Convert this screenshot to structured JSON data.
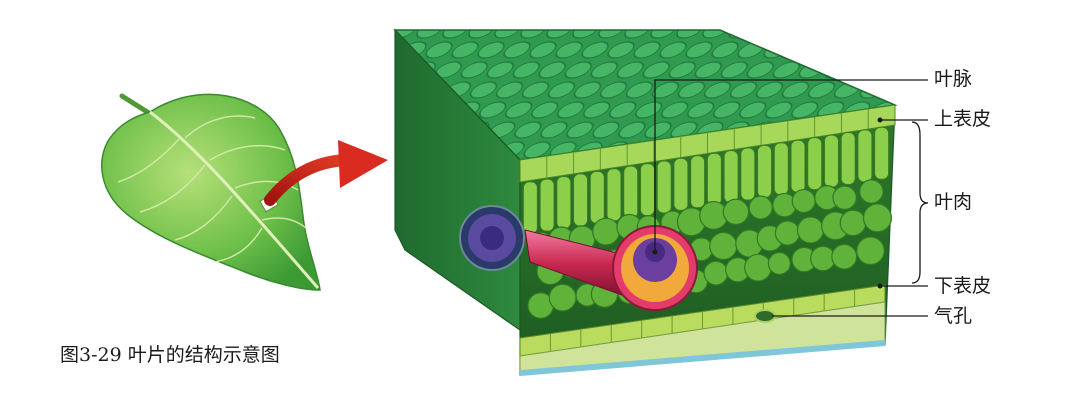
{
  "caption": "图3-29  叶片的结构示意图",
  "labels": {
    "vein": "叶脉",
    "upper_epidermis": "上表皮",
    "mesophyll": "叶肉",
    "lower_epidermis": "下表皮",
    "stoma": "气孔"
  },
  "colors": {
    "leaf": "#6fc04a",
    "leaf_dark": "#2f8a2e",
    "block_top": "#2e9c4a",
    "palisade": "#8ccf4a",
    "spongy": "#5fb33a",
    "epidermis": "#9fd05a",
    "arrow": "#d22a1f",
    "vein_outer": "#e33b6a",
    "vein_xylem": "#6a3fa0",
    "vein_phloem": "#f2a93b"
  }
}
